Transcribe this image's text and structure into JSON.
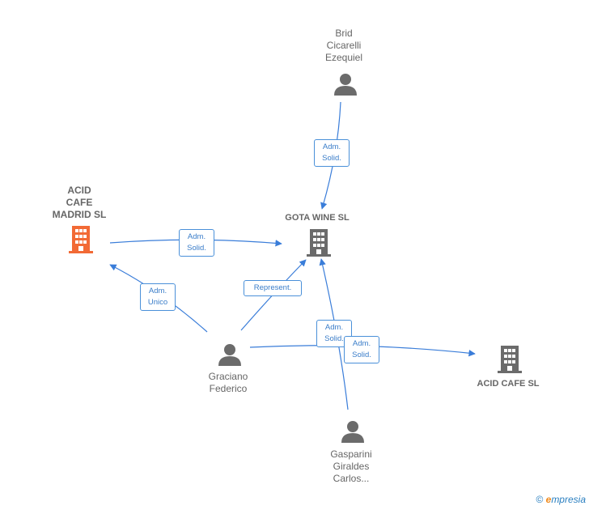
{
  "colors": {
    "edge": "#3a7dd9",
    "person": "#6b6b6b",
    "company": "#6b6b6b",
    "primary_company": "#f26a35"
  },
  "nodes": {
    "acid_cafe_madrid": {
      "label_lines": [
        "ACID",
        "CAFE",
        "MADRID  SL"
      ],
      "icon": "building-icon"
    },
    "gota_wine": {
      "label": "GOTA WINE  SL",
      "icon": "building-icon"
    },
    "acid_cafe": {
      "label": "ACID CAFE  SL",
      "icon": "building-icon"
    },
    "brid": {
      "label_lines": [
        "Brid",
        "Cicarelli",
        "Ezequiel"
      ],
      "icon": "person-icon"
    },
    "graciano": {
      "label_lines": [
        "Graciano",
        "Federico"
      ],
      "icon": "person-icon"
    },
    "gasparini": {
      "label_lines": [
        "Gasparini",
        "Giraldes",
        "Carlos..."
      ],
      "icon": "person-icon"
    }
  },
  "edges": [
    {
      "id": "brid_gota",
      "label_lines": [
        "Adm.",
        "Solid."
      ]
    },
    {
      "id": "madrid_gota",
      "label_lines": [
        "Adm.",
        "Solid."
      ]
    },
    {
      "id": "graciano_madrid",
      "label_lines": [
        "Adm.",
        "Unico"
      ]
    },
    {
      "id": "graciano_gota",
      "label_lines": [
        "Represent."
      ]
    },
    {
      "id": "gasparini_gota",
      "label_lines": [
        "Adm.",
        "Solid."
      ]
    },
    {
      "id": "graciano_acidcafe",
      "label_lines": [
        "Adm.",
        "Solid."
      ]
    }
  ],
  "footer": {
    "copyright": "©",
    "brand_first": "e",
    "brand_rest": "mpresia"
  }
}
